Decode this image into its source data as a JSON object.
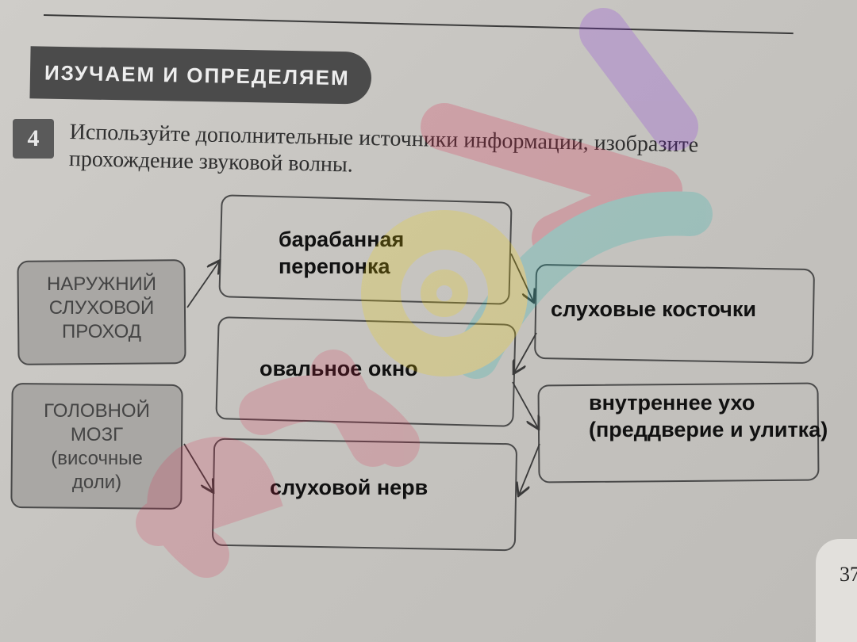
{
  "section": {
    "title": "Изучаем и определяем"
  },
  "task": {
    "number": "4",
    "text": "Используйте дополнительные источники информации, изобразите прохождение звуковой волны."
  },
  "diagram": {
    "outer_ear": {
      "line1": "НАРУЖНИЙ",
      "line2": "СЛУХОВОЙ",
      "line3": "ПРОХОД"
    },
    "brain": {
      "line1": "ГОЛОВНОЙ",
      "line2": "МОЗГ",
      "line3": "(височные",
      "line4": "доли)"
    },
    "eardrum": {
      "line1": "барабанная",
      "line2": "перепонка"
    },
    "ossicles": {
      "label": "слуховые косточки"
    },
    "oval_window": {
      "label": "овальное окно"
    },
    "inner_ear": {
      "line1": "внутреннее ухо",
      "line2": "(преддверие и улитка)"
    },
    "auditory_nerve": {
      "label": "слуховой нерв"
    }
  },
  "footer": {
    "page_number": "37"
  },
  "colors": {
    "banner": "#4b4b4b",
    "box_border": "#4a4a4a",
    "answer_text": "#111111"
  }
}
